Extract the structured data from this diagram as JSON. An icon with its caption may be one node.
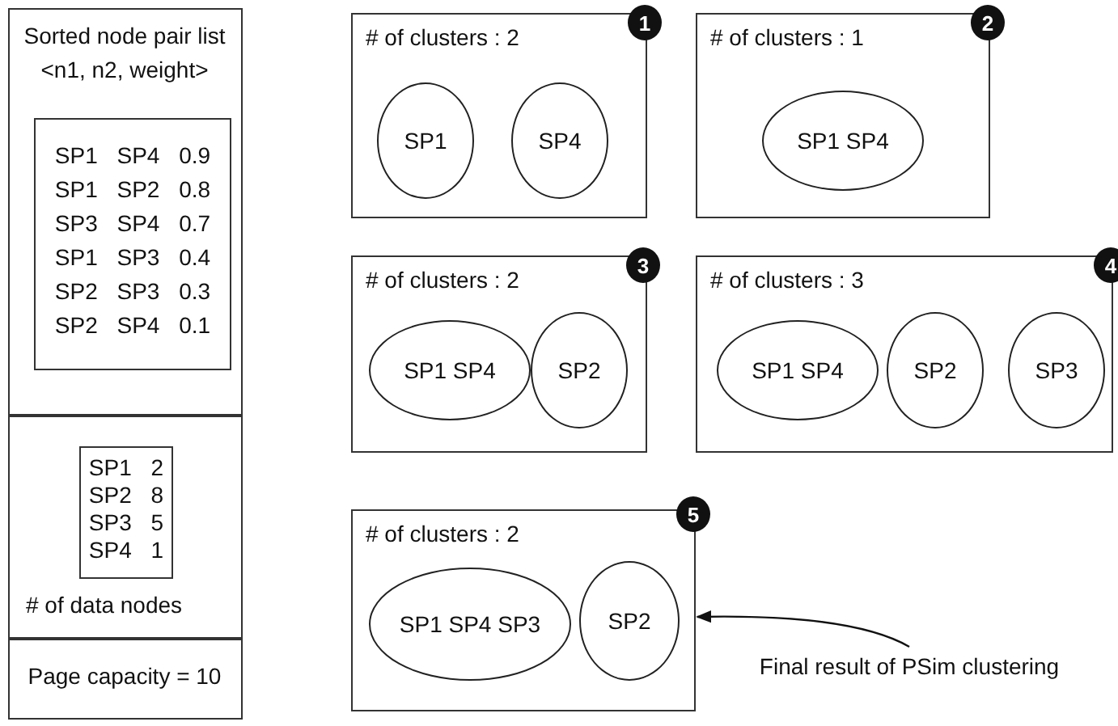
{
  "diagram": {
    "nodes": [
      {
        "text": [
          "Sorted node pair list <n1, n2, weight>"
        ]
      },
      {
        "text": [
          "SP1 SP4 0.9",
          "SP1 SP2 0.8",
          "SP3 SP4 0.7",
          "SP1 SP3 0.4",
          "SP2 SP3 0.3",
          "SP2 SP4 0.1"
        ],
        "in": 0
      },
      {
        "text": [
          "# of data nodes"
        ]
      },
      {
        "text": [
          "SP1 2",
          "SP2 8",
          "SP3 5",
          "SP4 1"
        ],
        "in": 2
      },
      {
        "text": [
          "Page capacity = 10"
        ]
      },
      {
        "text": [
          "# of clusters : 2"
        ]
      },
      {
        "text": [
          "1"
        ]
      },
      {
        "text": [
          "SP1"
        ],
        "in": 5
      },
      {
        "text": [
          "SP4"
        ],
        "in": 5
      },
      {
        "text": [
          "# of clusters : 1"
        ]
      },
      {
        "text": [
          "2"
        ]
      },
      {
        "text": [
          "SP1 SP4"
        ],
        "in": 9
      },
      {
        "text": [
          "# of clusters : 2"
        ]
      },
      {
        "text": [
          "3"
        ]
      },
      {
        "text": [
          "SP1 SP4"
        ],
        "in": 12
      },
      {
        "text": [
          "SP2"
        ],
        "in": 12
      },
      {
        "text": [
          "# of clusters : 3"
        ]
      },
      {
        "text": [
          "4"
        ]
      },
      {
        "text": [
          "SP1 SP4"
        ],
        "in": 16
      },
      {
        "text": [
          "SP2"
        ],
        "in": 16
      },
      {
        "text": [
          "SP3"
        ],
        "in": 16
      },
      {
        "text": [
          "# of clusters : 2"
        ]
      },
      {
        "text": [
          "5"
        ]
      },
      {
        "text": [
          "SP1 SP4 SP3"
        ],
        "in": 21
      },
      {
        "text": [
          "SP2"
        ],
        "in": 21
      },
      {
        "text": [
          "Final result of PSim clustering"
        ]
      }
    ],
    "edges": [
      {
        "from": 25,
        "to": 21,
        "arrow": "to"
      }
    ]
  }
}
